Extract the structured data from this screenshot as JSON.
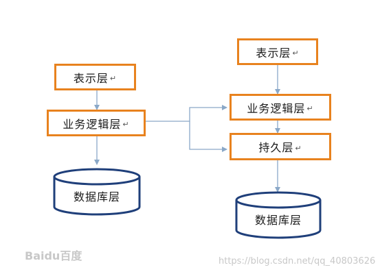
{
  "left": {
    "presentation": "表示层",
    "business": "业务逻辑层",
    "database": "数据库层"
  },
  "right": {
    "presentation": "表示层",
    "business": "业务逻辑层",
    "persistence": "持久层",
    "database": "数据库层"
  },
  "paragraph_mark": "↵",
  "watermark": {
    "logo": "Baidu百度",
    "url": "https://blog.csdn.net/qq_40803626"
  },
  "colors": {
    "box_border": "#e8821e",
    "cylinder_border": "#1f3f7a",
    "arrow": "#8aa8c8"
  }
}
